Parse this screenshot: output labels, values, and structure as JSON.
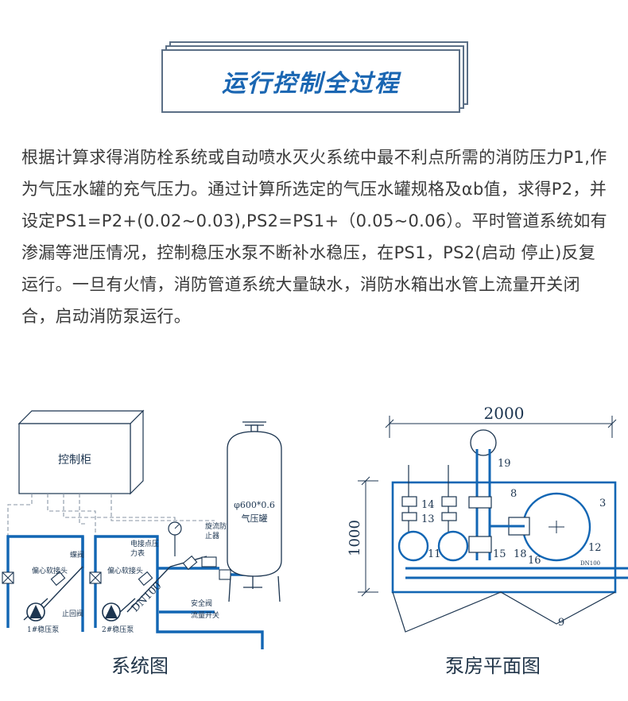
{
  "header": {
    "title": "运行控制全过程"
  },
  "description": "根据计算求得消防栓系统或自动喷水灭火系统中最不利点所需的消防压力P1,作为气压水罐的充气压力。通过计算所选定的气压水罐规格及αb值，求得P2，并设定PS1=P2+(0.02~0.03),PS2=PS1+（0.05~0.06）。平时管道系统如有渗漏等泄压情况，控制稳压水泵不断补水稳压，在PS1，PS2(启动 停止)反复运行。一旦有火情，消防管道系统大量缺水，消防水箱出水管上流量开关闭合，启动消防泵运行。",
  "system_diagram": {
    "caption": "系统图",
    "control_cabinet": "控制柜",
    "tank_label": "气压罐",
    "tank_spec": "φ600*0.6",
    "labels": {
      "butterfly_valve": "蝶阀",
      "flex_joint_1": "偏心软接头",
      "flex_joint_2": "偏心软接头",
      "check_valve": "止回阀",
      "pressure_gauge_1": "电接点压",
      "pressure_gauge_2": "力表",
      "vortex_1": "旋流防",
      "vortex_2": "止器",
      "safety_valve": "安全阀",
      "flow_switch": "流量开关",
      "pump_1": "1#稳压泵",
      "pump_2": "2#稳压泵",
      "pipe": "DN100"
    }
  },
  "plan_diagram": {
    "caption": "泵房平面图",
    "width_dim": "2000",
    "height_dim": "1000",
    "pipe": "DN100",
    "numbers": [
      "19",
      "8",
      "3",
      "14",
      "13",
      "11",
      "15",
      "18",
      "16",
      "12",
      "9"
    ]
  }
}
